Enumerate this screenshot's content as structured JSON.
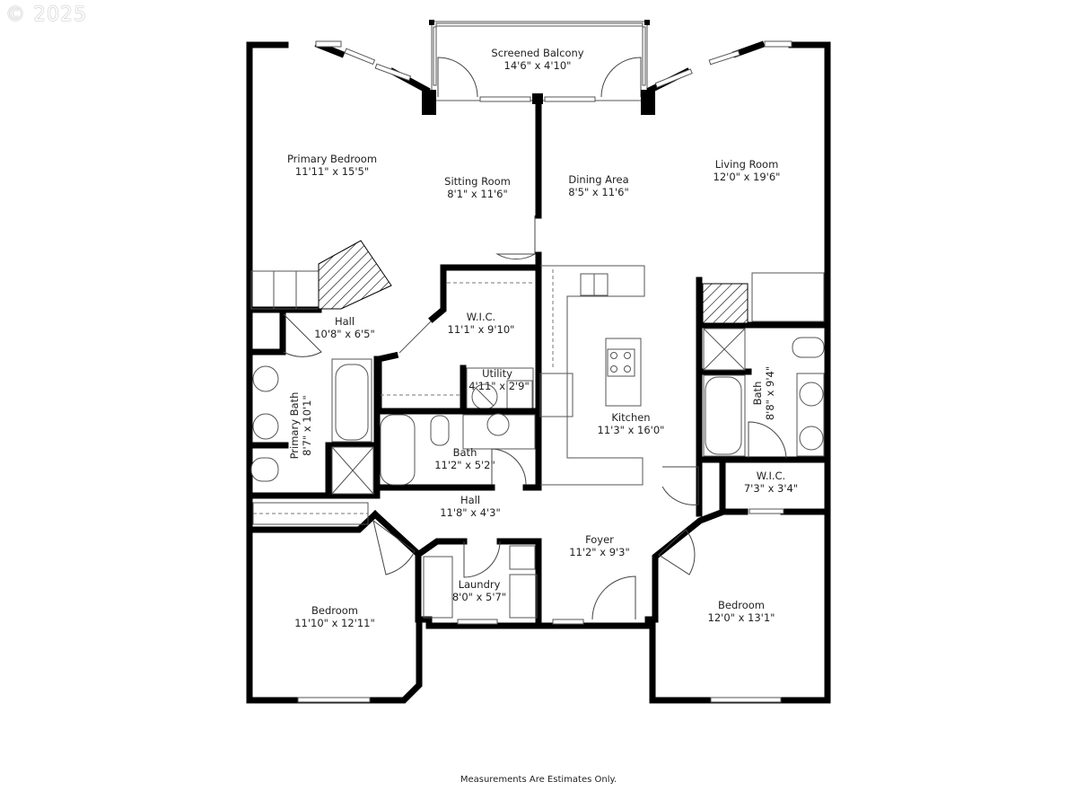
{
  "copyright": "© 2025",
  "footer_note": "Measurements Are Estimates Only.",
  "rooms": {
    "screened_balcony": {
      "name": "Screened Balcony",
      "dims": "14'6\" x 4'10\""
    },
    "primary_bedroom": {
      "name": "Primary Bedroom",
      "dims": "11'11\" x 15'5\""
    },
    "sitting_room": {
      "name": "Sitting Room",
      "dims": "8'1\" x 11'6\""
    },
    "dining_area": {
      "name": "Dining Area",
      "dims": "8'5\" x 11'6\""
    },
    "living_room": {
      "name": "Living Room",
      "dims": "12'0\" x 19'6\""
    },
    "hall_upper": {
      "name": "Hall",
      "dims": "10'8\" x 6'5\""
    },
    "wic_primary": {
      "name": "W.I.C.",
      "dims": "11'1\" x 9'10\""
    },
    "utility": {
      "name": "Utility",
      "dims": "4'11\" x 2'9\""
    },
    "primary_bath": {
      "name": "Primary Bath",
      "dims": "8'7\" x 10'1\""
    },
    "bath_center": {
      "name": "Bath",
      "dims": "11'2\" x 5'2\""
    },
    "kitchen": {
      "name": "Kitchen",
      "dims": "11'3\" x 16'0\""
    },
    "bath_right": {
      "name": "Bath",
      "dims": "8'8\" x 9'4\""
    },
    "wic_right": {
      "name": "W.I.C.",
      "dims": "7'3\" x 3'4\""
    },
    "hall_lower": {
      "name": "Hall",
      "dims": "11'8\" x 4'3\""
    },
    "foyer": {
      "name": "Foyer",
      "dims": "11'2\" x 9'3\""
    },
    "laundry": {
      "name": "Laundry",
      "dims": "8'0\" x 5'7\""
    },
    "bedroom_left": {
      "name": "Bedroom",
      "dims": "11'10\" x 12'11\""
    },
    "bedroom_right": {
      "name": "Bedroom",
      "dims": "12'0\" x 13'1\""
    }
  }
}
